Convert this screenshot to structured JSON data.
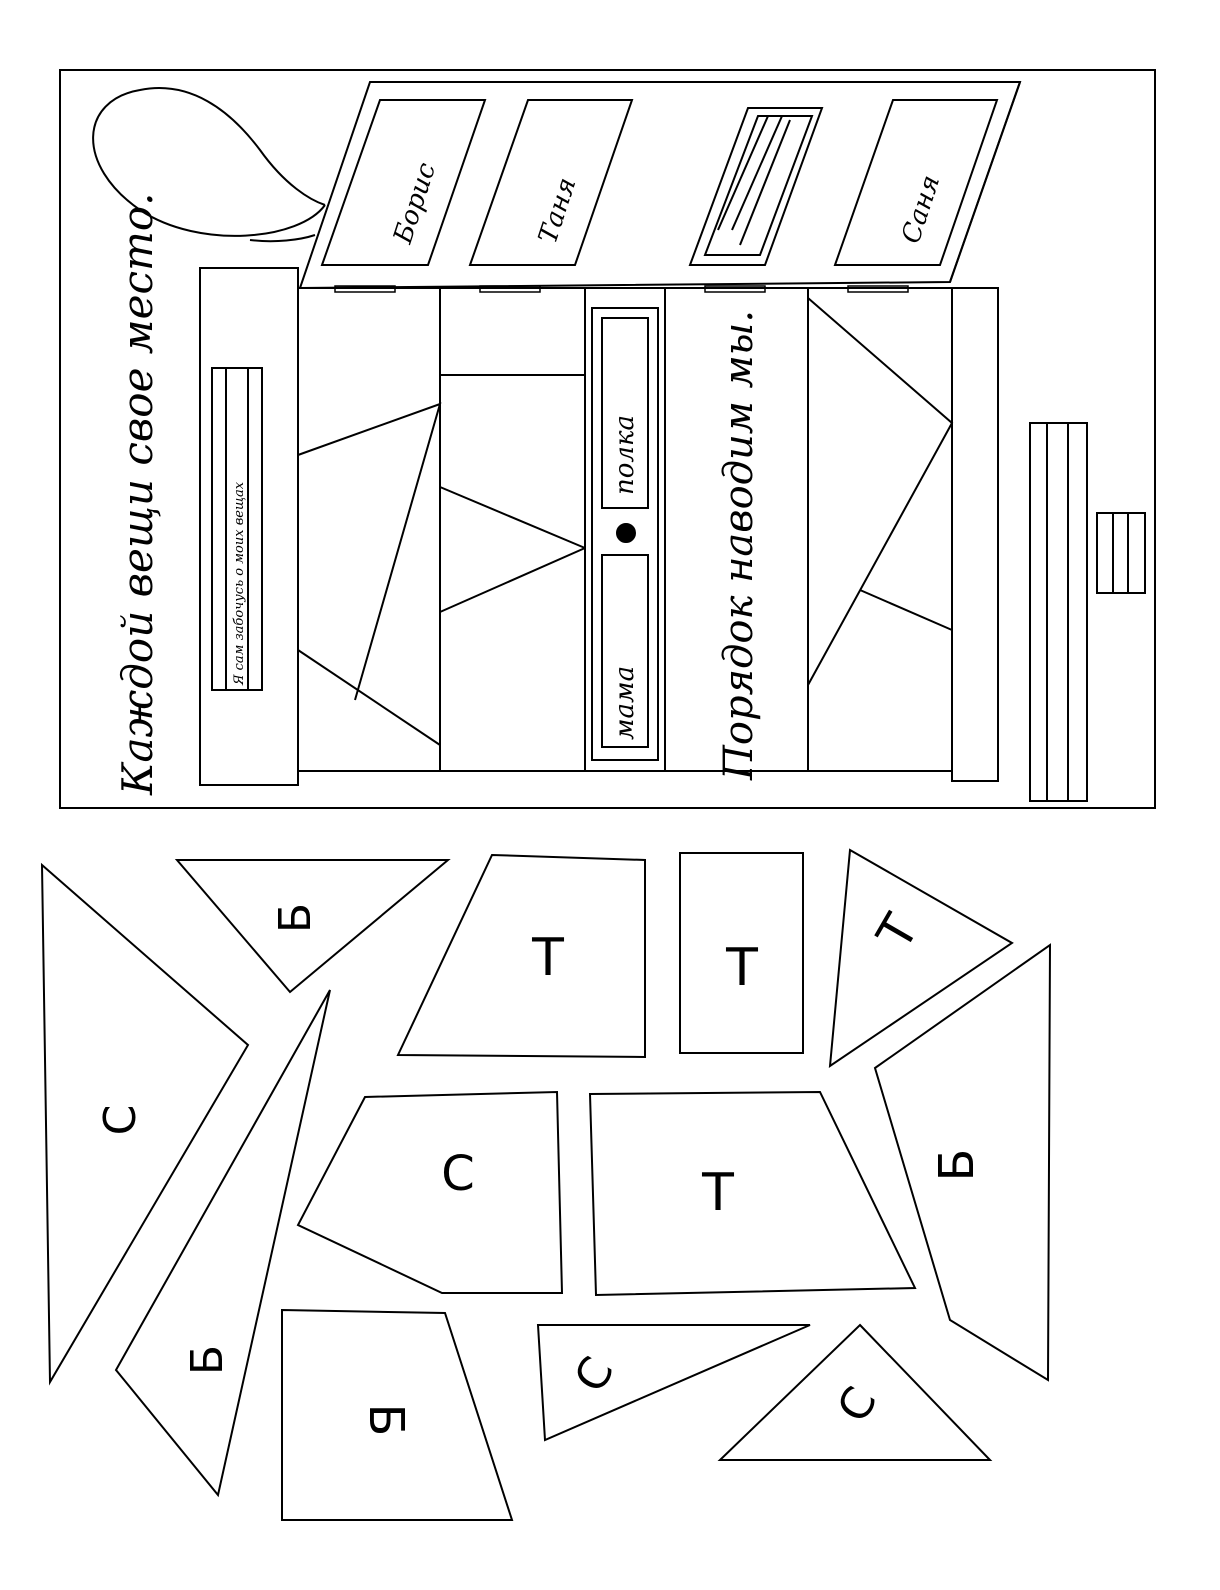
{
  "title": "Каждой вещи свое место.",
  "subtitle": "Порядок наводим мы.",
  "names": {
    "boris": "Борис",
    "tanya": "Таня",
    "sanya": "Саня"
  },
  "shelf_words": {
    "left": "мама",
    "right": "полка"
  },
  "book_spine": "Я сам забочусь о моих вещах",
  "pieces": [
    {
      "id": "tri-tall-left",
      "letter": "С"
    },
    {
      "id": "tri-top-small",
      "letter": "Б"
    },
    {
      "id": "trap-top",
      "letter": "Т"
    },
    {
      "id": "rect-small",
      "letter": "Т"
    },
    {
      "id": "tri-top-right",
      "letter": "Т"
    },
    {
      "id": "tri-long-diag",
      "letter": "Б"
    },
    {
      "id": "quad-mid-left",
      "letter": "С"
    },
    {
      "id": "trap-mid",
      "letter": "Т"
    },
    {
      "id": "quad-right",
      "letter": "Б"
    },
    {
      "id": "trap-bottom",
      "letter": "Б"
    },
    {
      "id": "tri-bottom-mid",
      "letter": "С"
    },
    {
      "id": "tri-bottom-right",
      "letter": "С"
    }
  ]
}
